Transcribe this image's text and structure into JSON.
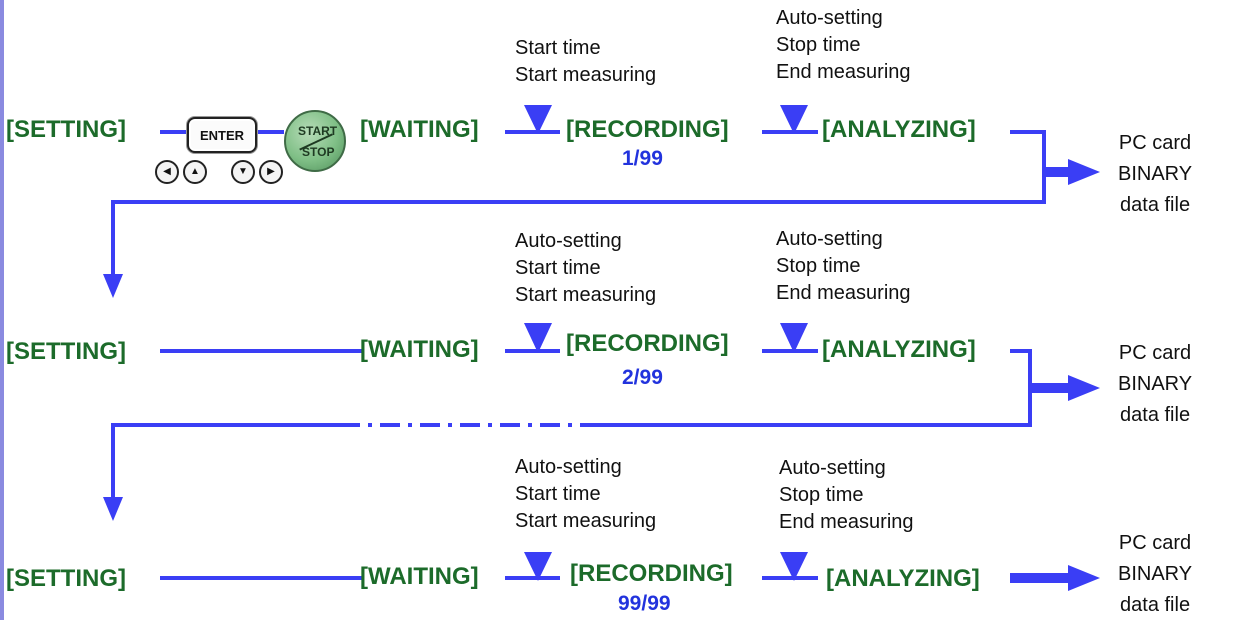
{
  "colors": {
    "flow": "#3a3ef5",
    "state": "#1c6b2a",
    "count": "#2233dd",
    "frame": "#8a8ae0"
  },
  "keys": {
    "enter": "ENTER",
    "start": "START",
    "stop": "STOP",
    "arrows": [
      "◀",
      "▲",
      "▼",
      "▶"
    ]
  },
  "rows": [
    {
      "setting": "[SETTING]",
      "waiting": "[WAITING]",
      "recording": "[RECORDING]",
      "analyzing": "[ANALYZING]",
      "count": "1/99",
      "start_notes": [
        "Start time",
        "Start measuring"
      ],
      "stop_notes": [
        "Auto-setting",
        "Stop time",
        "End measuring"
      ],
      "pc": [
        "PC card",
        "BINARY",
        "data file"
      ]
    },
    {
      "setting": "[SETTING]",
      "waiting": "[WAITING]",
      "recording": "[RECORDING]",
      "analyzing": "[ANALYZING]",
      "count": "2/99",
      "start_notes": [
        "Auto-setting",
        "Start time",
        "Start measuring"
      ],
      "stop_notes": [
        "Auto-setting",
        "Stop time",
        "End measuring"
      ],
      "pc": [
        "PC card",
        "BINARY",
        "data file"
      ]
    },
    {
      "setting": "[SETTING]",
      "waiting": "[WAITING]",
      "recording": "[RECORDING]",
      "analyzing": "[ANALYZING]",
      "count": "99/99",
      "start_notes": [
        "Auto-setting",
        "Start time",
        "Start measuring"
      ],
      "stop_notes": [
        "Auto-setting",
        "Stop time",
        "End measuring"
      ],
      "pc": [
        "PC card",
        "BINARY",
        "data file"
      ]
    }
  ]
}
